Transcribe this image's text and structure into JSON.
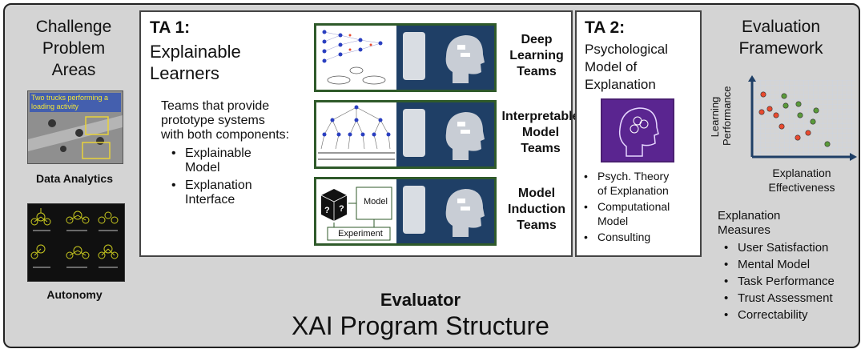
{
  "challenge": {
    "title": "Challenge Problem Areas",
    "title_lines": [
      "Challenge",
      "Problem",
      "Areas"
    ],
    "data_analytics_overlay": "Two trucks performing a loading activity",
    "data_analytics_label": "Data Analytics",
    "autonomy_label": "Autonomy"
  },
  "ta1": {
    "heading": "TA 1:",
    "subtitle_lines": [
      "Explainable",
      "Learners"
    ],
    "description_lines": [
      "Teams that provide",
      "prototype systems",
      "with both components:"
    ],
    "bullets": [
      {
        "lines": [
          "Explainable",
          "Model"
        ]
      },
      {
        "lines": [
          "Explanation",
          "Interface"
        ]
      }
    ],
    "teams": [
      {
        "lines": [
          "Deep",
          "Learning",
          "Teams"
        ]
      },
      {
        "lines": [
          "Interpretable",
          "Model",
          "Teams"
        ]
      },
      {
        "lines": [
          "Model",
          "Induction",
          "Teams"
        ]
      }
    ],
    "induction_model_label": "Model",
    "induction_experiment_label": "Experiment"
  },
  "ta2": {
    "heading": "TA 2:",
    "subtitle_lines": [
      "Psychological",
      "Model of",
      "Explanation"
    ],
    "bullets": [
      {
        "lines": [
          "Psych. Theory",
          "of Explanation"
        ]
      },
      {
        "lines": [
          "Computational",
          "Model"
        ]
      },
      {
        "lines": [
          "Consulting"
        ]
      }
    ]
  },
  "evaluation": {
    "title_lines": [
      "Evaluation",
      "Framework"
    ],
    "y_axis_lines": [
      "Learning",
      "Performance"
    ],
    "x_axis_lines": [
      "Explanation",
      "Effectiveness"
    ],
    "measures_title_lines": [
      "Explanation",
      "Measures"
    ],
    "measures": [
      "User Satisfaction",
      "Mental Model",
      "Task Performance",
      "Trust Assessment",
      "Correctability"
    ]
  },
  "footer": {
    "evaluator": "Evaluator",
    "program_title": "XAI Program Structure"
  },
  "colors": {
    "frame_bg": "#d4d4d4",
    "panel_border": "#2f5a2a",
    "face_panel": "#1f3f66",
    "axis": "#1f3f66",
    "red_dot": "#e84a2f",
    "green_dot": "#5a9a3a",
    "purple": "#6b2fa0"
  }
}
